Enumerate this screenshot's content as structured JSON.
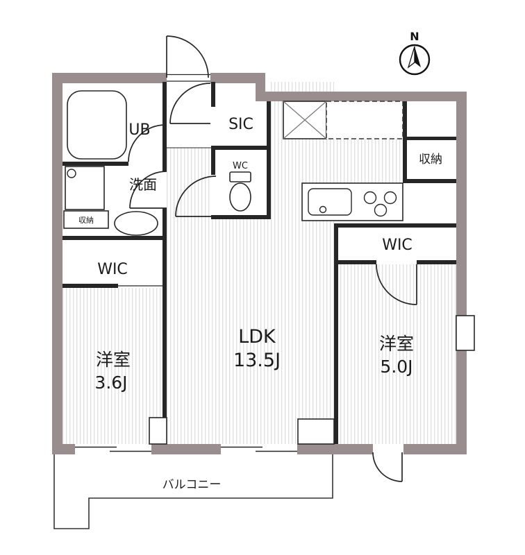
{
  "title": "apartment-floor-plan",
  "compass": {
    "label": "N"
  },
  "rooms": {
    "room1": {
      "name": "洋室",
      "size": "3.6J"
    },
    "ldk": {
      "name": "LDK",
      "size": "13.5J"
    },
    "room2": {
      "name": "洋室",
      "size": "5.0J"
    },
    "wic_left": {
      "label": "WIC"
    },
    "wic_right": {
      "label": "WIC"
    },
    "sic": {
      "label": "SIC"
    },
    "wc": {
      "label": "WC"
    },
    "ub": {
      "label": "UB"
    },
    "washroom": {
      "label": "洗面"
    },
    "storage_left": {
      "label": "収納"
    },
    "storage_right": {
      "label": "収納"
    },
    "balcony": {
      "label": "バルコニー"
    }
  },
  "fixtures": [
    "bathtub",
    "washing-machine-pan",
    "vanity-basin",
    "toilet",
    "kitchen-counter",
    "kitchen-sink",
    "stove-burners",
    "refrigerator-space",
    "cupboard-space-dashed",
    "pipe-space",
    "entrance-door",
    "compass-north-arrow"
  ],
  "colors": {
    "exterior_wall": "#9a8d8d",
    "interior_wall": "#262626",
    "floor_stripe": "#dedcdc",
    "background": "#ffffff",
    "text": "#1a1a1a"
  }
}
